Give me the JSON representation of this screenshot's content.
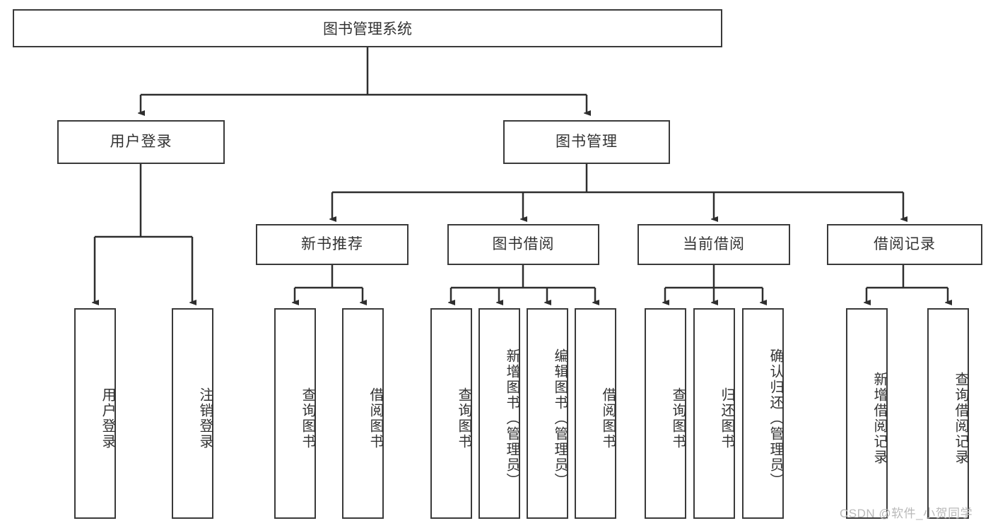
{
  "diagram": {
    "type": "tree",
    "title": "图书管理系统",
    "root": {
      "label": "图书管理系统"
    },
    "level1": [
      {
        "label": "用户登录"
      },
      {
        "label": "图书管理"
      }
    ],
    "level2": [
      {
        "label": "新书推荐"
      },
      {
        "label": "图书借阅"
      },
      {
        "label": "当前借阅"
      },
      {
        "label": "借阅记录"
      }
    ],
    "leaves": {
      "user_login": [
        {
          "label": "用户登录"
        },
        {
          "label": "注销登录"
        }
      ],
      "new_book_recommend": [
        {
          "label": "查询图书"
        },
        {
          "label": "借阅图书"
        }
      ],
      "book_borrow": [
        {
          "label": "查询图书"
        },
        {
          "label": "新增图书（管理员）"
        },
        {
          "label": "编辑图书（管理员）"
        },
        {
          "label": "借阅图书"
        }
      ],
      "current_borrow": [
        {
          "label": "查询图书"
        },
        {
          "label": "归还图书"
        },
        {
          "label": "确认归还（管理员）"
        }
      ],
      "borrow_record": [
        {
          "label": "新增借阅记录"
        },
        {
          "label": "查询借阅记录"
        }
      ]
    }
  },
  "watermark": {
    "text": "CSDN @软件_小贺同学"
  },
  "colors": {
    "stroke": "#3a3a3a",
    "text": "#333333",
    "background": "#ffffff",
    "watermark": "#b9b9b9"
  }
}
